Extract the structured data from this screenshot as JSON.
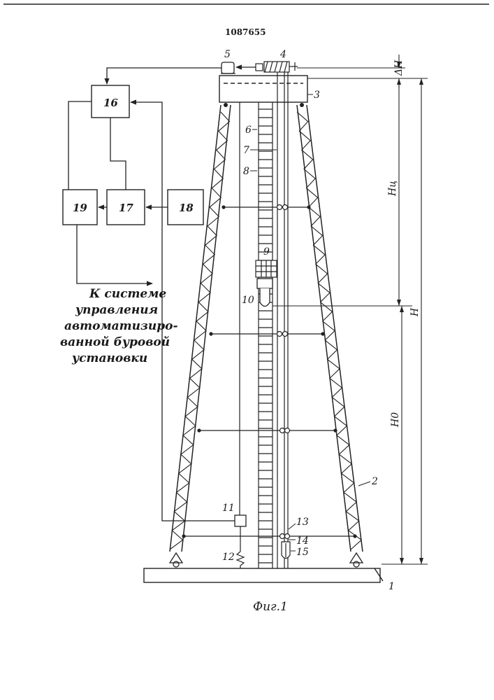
{
  "patent_number": "1087655",
  "figure_caption": "Фиг.1",
  "note_lines": [
    "К системе",
    "управления",
    "автоматизиро-",
    "ванной буровой",
    "установки"
  ],
  "block_labels": {
    "b16": "16",
    "b17": "17",
    "b18": "18",
    "b19": "19"
  },
  "part_labels": {
    "p1": "1",
    "p2": "2",
    "p3": "3",
    "p4": "4",
    "p5": "5",
    "p6": "6",
    "p7": "7",
    "p8": "8",
    "p9": "9",
    "p10": "10",
    "p11": "11",
    "p12": "12",
    "p13": "13",
    "p14": "14",
    "p15": "15"
  },
  "dimension_labels": {
    "delta_h": "ΔH",
    "h_c": "Hц",
    "h_total": "H",
    "h_0": "H0"
  }
}
